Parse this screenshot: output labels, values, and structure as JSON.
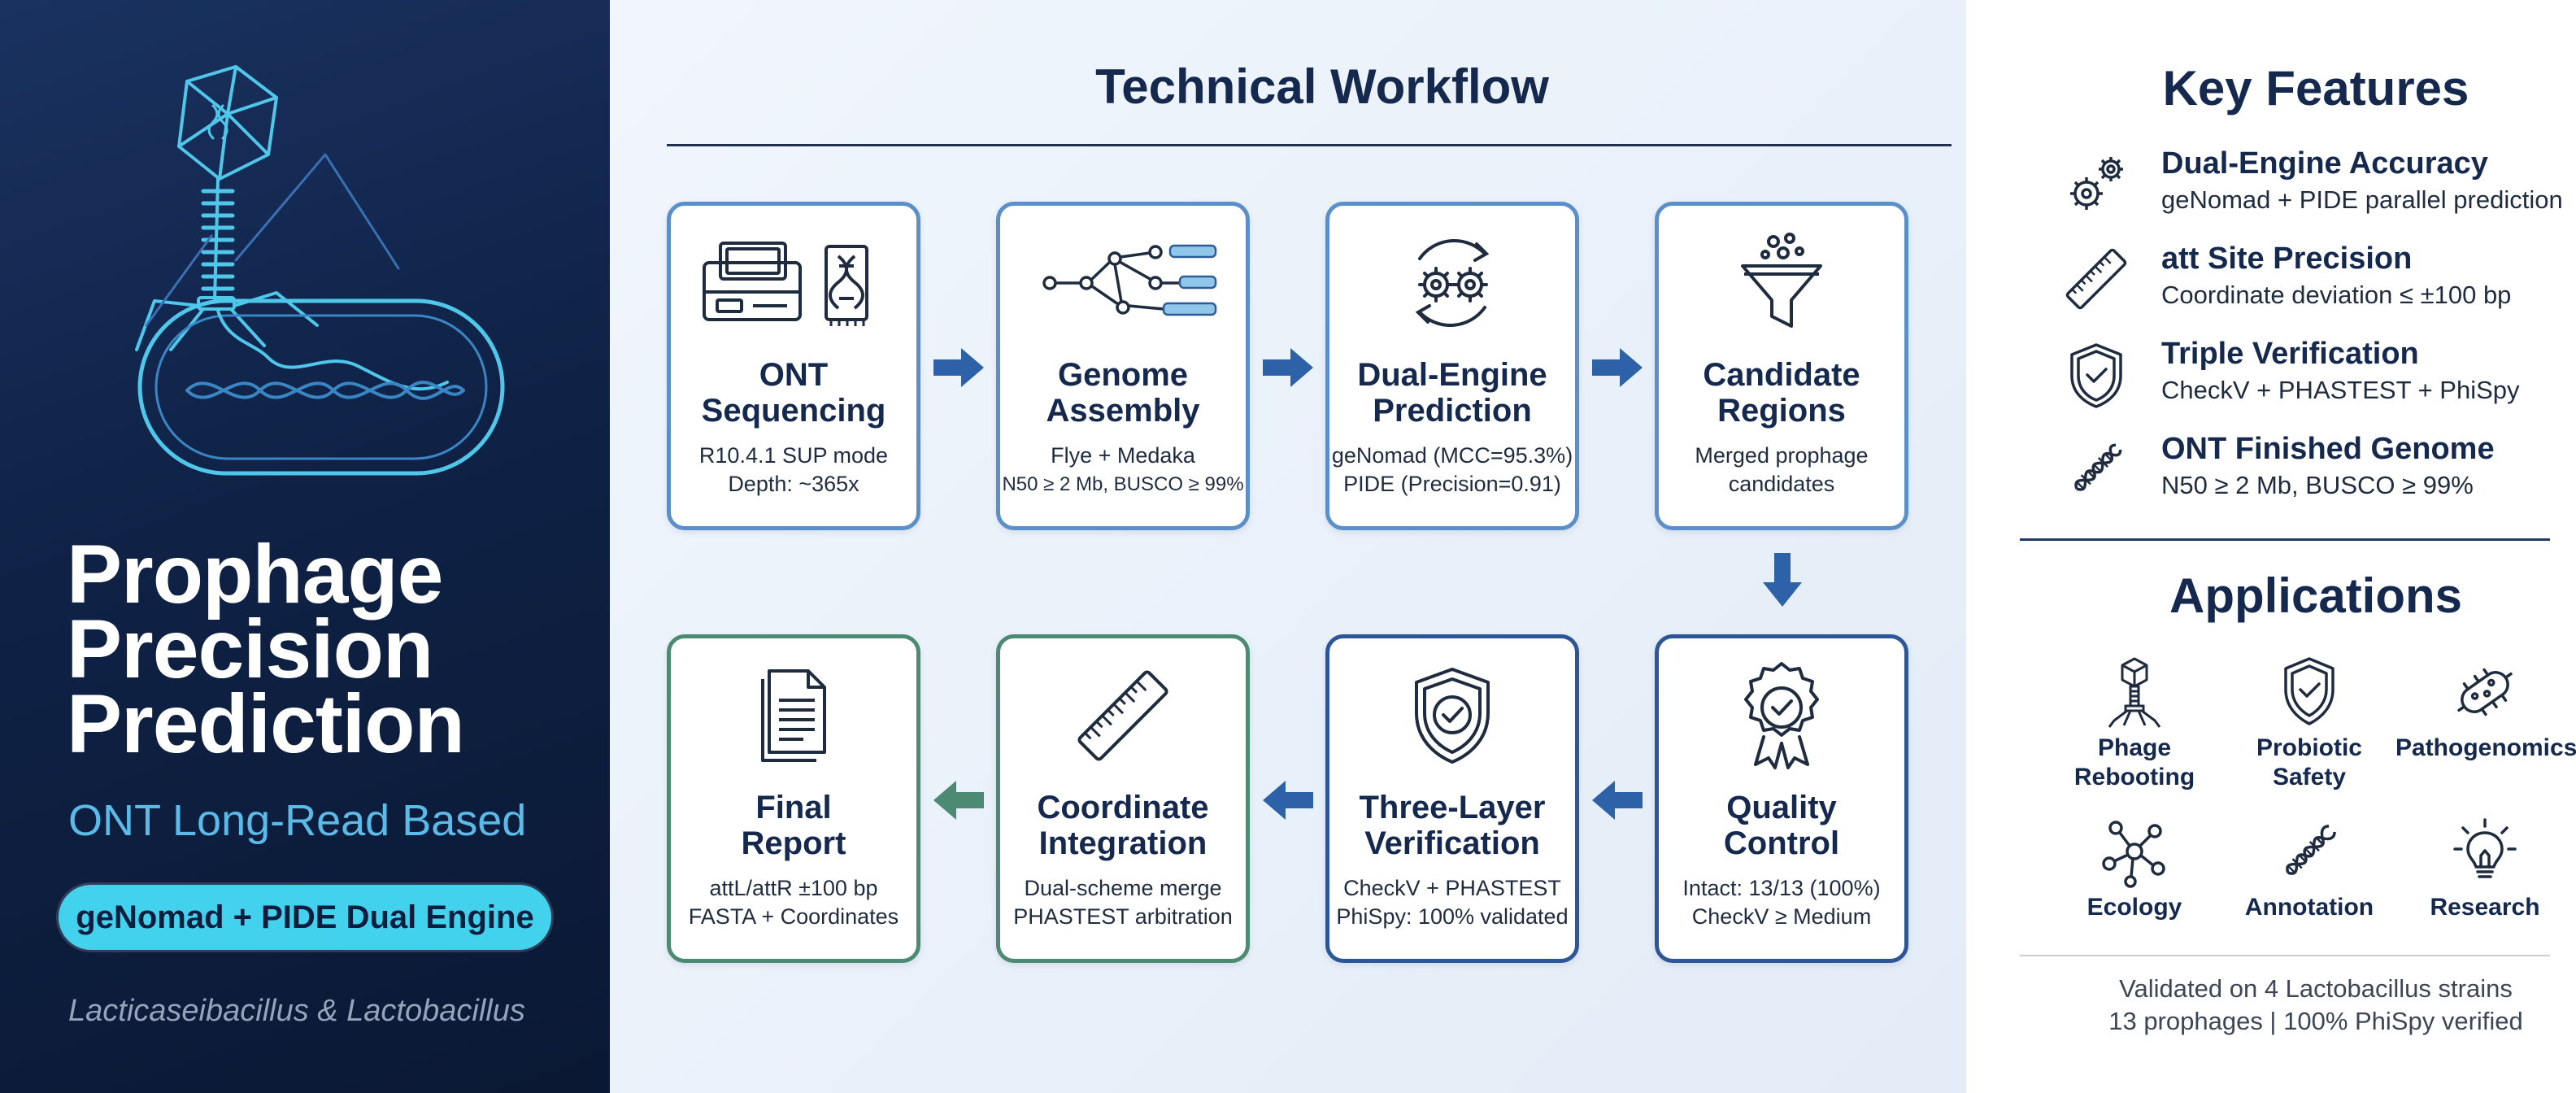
{
  "hero": {
    "title_lines": [
      "Prophage",
      "Precision",
      "Prediction"
    ],
    "subtitle": "ONT Long-Read Based",
    "pill": "geNomad + PIDE Dual Engine",
    "footnote": "Lacticaseibacillus & Lactobacillus",
    "illustration": "bacteriophage-infecting-bacterium-icon"
  },
  "workflow": {
    "title": "Technical Workflow",
    "steps": [
      {
        "title_lines": [
          "ONT",
          "Sequencing"
        ],
        "desc_lines": [
          "R10.4.1 SUP mode",
          "Depth: ~365x"
        ],
        "icon": "sequencer-icon"
      },
      {
        "title_lines": [
          "Genome",
          "Assembly"
        ],
        "desc_lines": [
          "Flye + Medaka",
          "N50 ≥ 2 Mb, BUSCO ≥ 99%"
        ],
        "icon": "assembly-graph-icon"
      },
      {
        "title_lines": [
          "Dual-Engine",
          "Prediction"
        ],
        "desc_lines": [
          "geNomad (MCC=95.3%)",
          "PIDE (Precision=0.91)"
        ],
        "icon": "dual-gears-cycle-icon"
      },
      {
        "title_lines": [
          "Candidate",
          "Regions"
        ],
        "desc_lines": [
          "Merged prophage",
          "candidates"
        ],
        "icon": "funnel-icon"
      },
      {
        "title_lines": [
          "Quality",
          "Control"
        ],
        "desc_lines": [
          "Intact: 13/13 (100%)",
          "CheckV ≥ Medium"
        ],
        "icon": "award-badge-icon"
      },
      {
        "title_lines": [
          "Three-Layer",
          "Verification"
        ],
        "desc_lines": [
          "CheckV + PHASTEST",
          "PhiSpy: 100% validated"
        ],
        "icon": "shield-check-icon"
      },
      {
        "title_lines": [
          "Coordinate",
          "Integration"
        ],
        "desc_lines": [
          "Dual-scheme merge",
          "PHASTEST arbitration"
        ],
        "icon": "ruler-icon"
      },
      {
        "title_lines": [
          "Final",
          "Report"
        ],
        "desc_lines": [
          "attL/attR ±100 bp",
          "FASTA + Coordinates"
        ],
        "icon": "document-icon"
      }
    ]
  },
  "features": {
    "heading": "Key Features",
    "items": [
      {
        "title": "Dual-Engine Accuracy",
        "desc": "geNomad + PIDE parallel prediction",
        "icon": "gears-icon"
      },
      {
        "title": "att Site Precision",
        "desc": "Coordinate deviation ≤ ±100 bp",
        "icon": "ruler-icon"
      },
      {
        "title": "Triple Verification",
        "desc": "CheckV + PHASTEST + PhiSpy",
        "icon": "shield-check-icon"
      },
      {
        "title": "ONT Finished Genome",
        "desc": "N50 ≥ 2 Mb, BUSCO ≥ 99%",
        "icon": "dna-icon"
      }
    ]
  },
  "applications": {
    "heading": "Applications",
    "items": [
      {
        "label_lines": [
          "Phage",
          "Rebooting"
        ],
        "icon": "phage-icon"
      },
      {
        "label_lines": [
          "Probiotic",
          "Safety"
        ],
        "icon": "shield-check-icon"
      },
      {
        "label_lines": [
          "Pathogenomics"
        ],
        "icon": "bacterium-icon"
      },
      {
        "label_lines": [
          "Ecology"
        ],
        "icon": "network-icon"
      },
      {
        "label_lines": [
          "Annotation"
        ],
        "icon": "dna-icon"
      },
      {
        "label_lines": [
          "Research"
        ],
        "icon": "lightbulb-icon"
      }
    ],
    "validation_lines": [
      "Validated on 4 Lactobacillus strains",
      "13 prophages | 100% PhiSpy verified"
    ]
  },
  "colors": {
    "navy": "#15294f",
    "panel_dark": "#0f2246",
    "accent_cyan": "#43d2ee",
    "subtitle_blue": "#5bbbe8",
    "arrow_blue": "#2e62a8",
    "arrow_green": "#4d8a73",
    "border_light_blue": "#5b8fc9",
    "border_green": "#4d8a73",
    "border_dark_blue": "#2c5697"
  }
}
